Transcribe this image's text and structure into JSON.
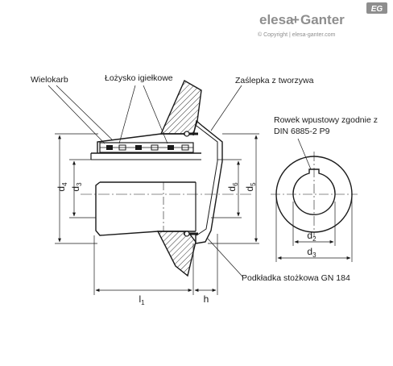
{
  "brand": {
    "name_left": "elesa",
    "name_plus": "+",
    "name_right": "Ganter",
    "badge": "EG",
    "copyright": "© Copyright | elesa-ganter.com"
  },
  "callouts": {
    "spline": "Wielokarb",
    "needle_bearing": "Łożysko igiełkowe",
    "plastic_cap": "Zaślepka z tworzywa",
    "keyway_line1": "Rowek wpustowy zgodnie z",
    "keyway_line2": "DIN 6885-2 P9",
    "conical_washer": "Podkładka stożkowa GN 184"
  },
  "dimensions": {
    "d4": {
      "base": "d",
      "sub": "4"
    },
    "d3_left": {
      "base": "d",
      "sub": "3"
    },
    "d6": {
      "base": "d",
      "sub": "6"
    },
    "d5": {
      "base": "d",
      "sub": "5"
    },
    "l1": {
      "base": "l",
      "sub": "1"
    },
    "h": {
      "base": "h",
      "sub": ""
    },
    "d2": {
      "base": "d",
      "sub": "2"
    },
    "d3_right": {
      "base": "d",
      "sub": "3"
    }
  },
  "colors": {
    "line": "#1a1a1a",
    "hatch": "#1a1a1a",
    "brand_grey": "#8e8e8e",
    "background": "#ffffff"
  }
}
